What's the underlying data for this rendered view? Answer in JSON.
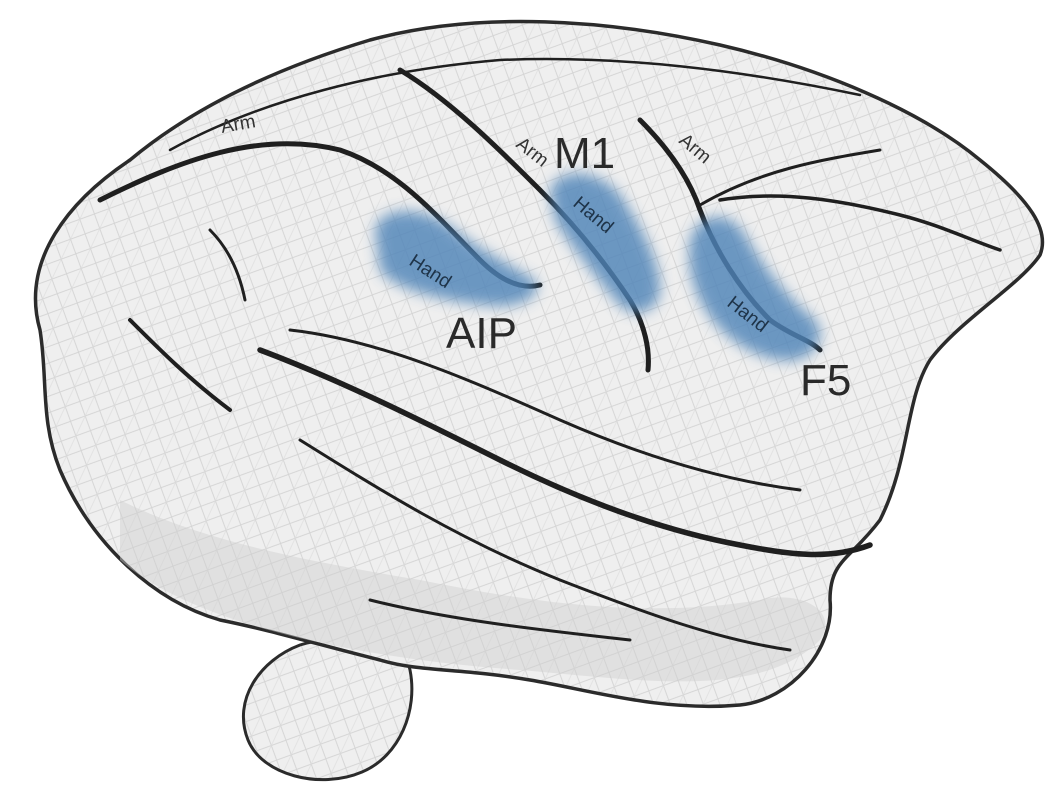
{
  "colors": {
    "background": "#ffffff",
    "brain_fill": "#ededed",
    "brain_outline": "#2b2b2b",
    "sulcus": "#1f1f1f",
    "hand_area": "#4f84b8"
  },
  "regions": {
    "aip": {
      "name": "AIP",
      "area": "Hand"
    },
    "m1": {
      "name": "M1",
      "arm": "Arm",
      "area": "Hand"
    },
    "f5": {
      "name": "F5",
      "arm": "Arm",
      "area": "Hand"
    }
  },
  "parietal_arm": "Arm"
}
